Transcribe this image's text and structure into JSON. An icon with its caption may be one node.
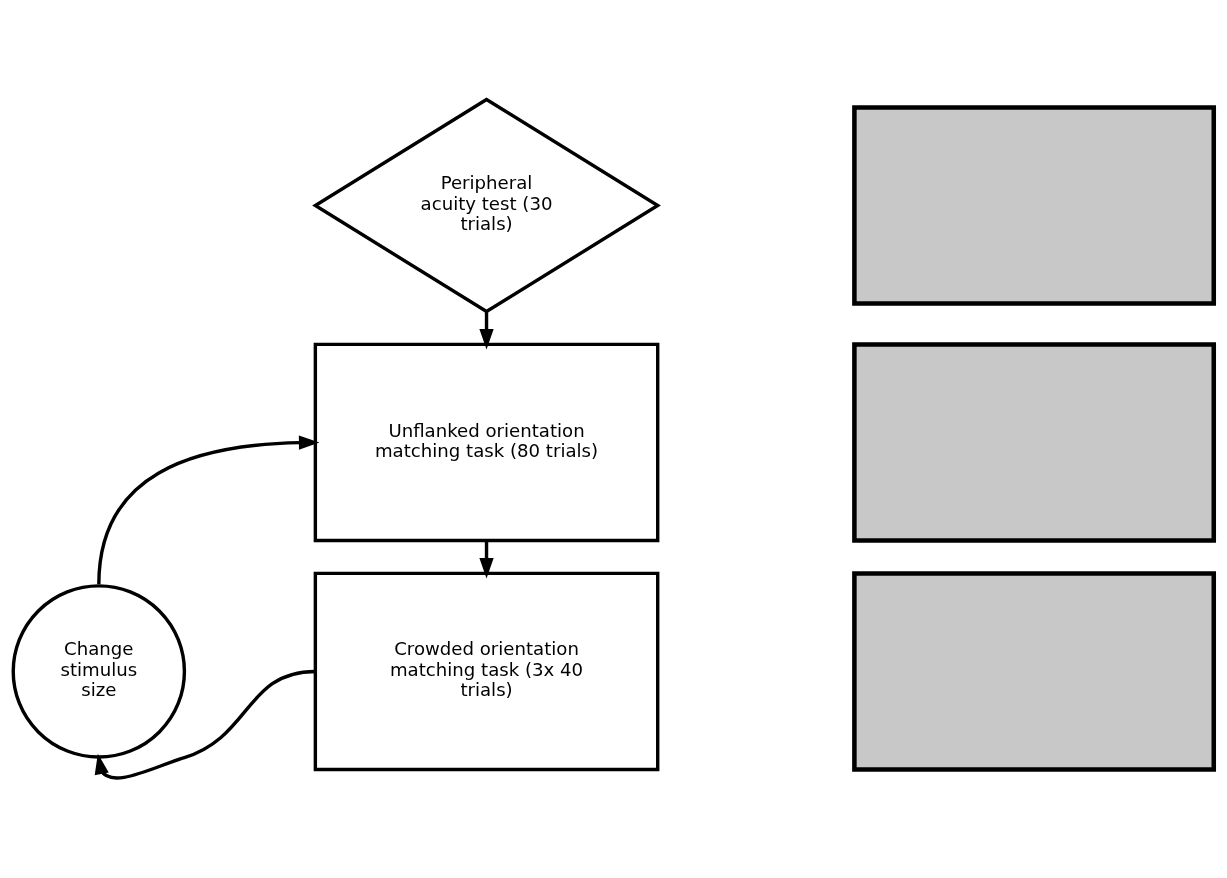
{
  "diagram": {
    "nodes": [
      {
        "text": [
          "Peripheral acuity test (30 trials)"
        ]
      },
      {
        "text": [
          "Unflanked orientation matching task (80 trials)"
        ]
      },
      {
        "text": [
          "Crowded orientation matching task (3x 40 trials)"
        ]
      },
      {
        "text": [
          "Change stimulus size"
        ]
      },
      {
        "text": [],
        "shape": "box"
      },
      {
        "text": [],
        "shape": "box"
      },
      {
        "text": [],
        "shape": "box"
      }
    ],
    "edges": [
      {
        "from": 0,
        "to": 1,
        "arrow": "to"
      },
      {
        "from": 1,
        "to": 2,
        "arrow": "to"
      },
      {
        "from": 2,
        "to": 3,
        "arrow": "to"
      },
      {
        "from": 3,
        "to": 1,
        "arrow": "to"
      }
    ]
  }
}
